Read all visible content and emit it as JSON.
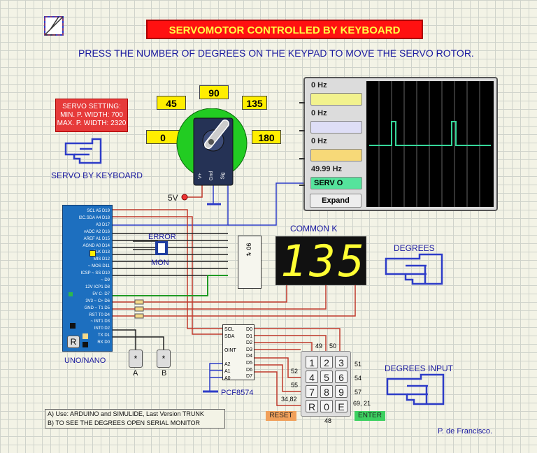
{
  "title": "SERVOMOTOR CONTROLLED BY KEYBOARD",
  "instruction": "PRESS THE NUMBER OF DEGREES ON THE KEYPAD TO MOVE THE SERVO ROTOR.",
  "servo": {
    "deg_labels": [
      "0",
      "45",
      "90",
      "135",
      "180"
    ],
    "pins": [
      "V+",
      "Gnd",
      "Sig"
    ],
    "supply": "5V"
  },
  "servo_setting": {
    "lines": [
      "SERVO SETTING:",
      "MIN. P. WIDTH: 700",
      "MAX. P. WIDTH: 2320"
    ]
  },
  "labels": {
    "servo_by_keyboard": "SERVO BY KEYBOARD",
    "common_k": "COMMON K",
    "degrees": "DEGREES",
    "degrees_input": "DEGREES INPUT",
    "uno_nano": "UNO/NANO",
    "error": "ERROR",
    "mon": "MON",
    "pcf": "PCF8574",
    "reset": "RESET",
    "enter": "ENTER",
    "author": "P. de Francisco.",
    "btn_a": "A",
    "btn_b": "B",
    "btn_star": "*",
    "ic_label": "90 ↯"
  },
  "oscilloscope": {
    "channels": [
      {
        "freq": "0 Hz",
        "color": "#f2f28e"
      },
      {
        "freq": "0 Hz",
        "color": "#dedef6"
      },
      {
        "freq": "0 Hz",
        "color": "#f7d978"
      },
      {
        "freq": "49.99 Hz",
        "color": "#55e39c",
        "name": "SERV O"
      }
    ],
    "expand": "Expand"
  },
  "display": {
    "value": "135"
  },
  "arduino": {
    "pins": [
      "SCL A5 D19",
      "I2C.SDA A4 D18",
      "A3 D17",
      "vADC A2 D16",
      "AREF A1 D15",
      "AGND A0 D14",
      "CLK D13",
      "MIS D12",
      "~ MOS D11",
      "ICSP ~ SS D10",
      "~ D9",
      "12V ICP1 D8",
      "5V C- D7",
      "3V3 ~ C+ D6",
      "GND ~ T1 D5",
      "RST T0 D4",
      "~ INT1 D3",
      "INT0 D2",
      "TX D1",
      "RX D0"
    ],
    "reset": "R"
  },
  "pcf": {
    "left_pins": [
      "SCL",
      "SDA",
      "OINT",
      "A2",
      "A1",
      "A0"
    ],
    "right_pins": [
      "D0",
      "D1",
      "D2",
      "D3",
      "D4",
      "D5",
      "D6",
      "D7"
    ]
  },
  "keypad": {
    "keys": [
      "1",
      "2",
      "3",
      "4",
      "5",
      "6",
      "7",
      "8",
      "9",
      "R",
      "0",
      "E"
    ],
    "codes_top": [
      "49",
      "50"
    ],
    "codes_right": [
      "51",
      "54",
      "57",
      "69, 21"
    ],
    "codes_left": [
      "52",
      "55",
      "34,82"
    ],
    "code_bottom": "48"
  },
  "notes": [
    "A) Use: ARDUINO and SIMULIDE, Last Version TRUNK",
    "B) TO SEE THE DEGREES OPEN SERIAL MONITOR"
  ]
}
